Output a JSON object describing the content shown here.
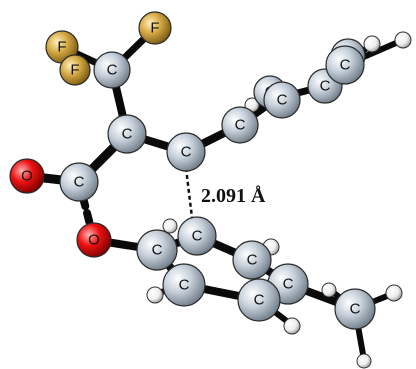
{
  "molecule": {
    "labels": {
      "carbon": "C",
      "oxygen": "O",
      "fluorine": "F"
    },
    "distance_label": "2.091 Å",
    "colors": {
      "carbon": "#b3c0cc",
      "oxygen": "#ee1111",
      "fluorine": "#c9a13c",
      "hydrogen": "#f4f4f4",
      "bond": "#0a0a0a"
    }
  }
}
